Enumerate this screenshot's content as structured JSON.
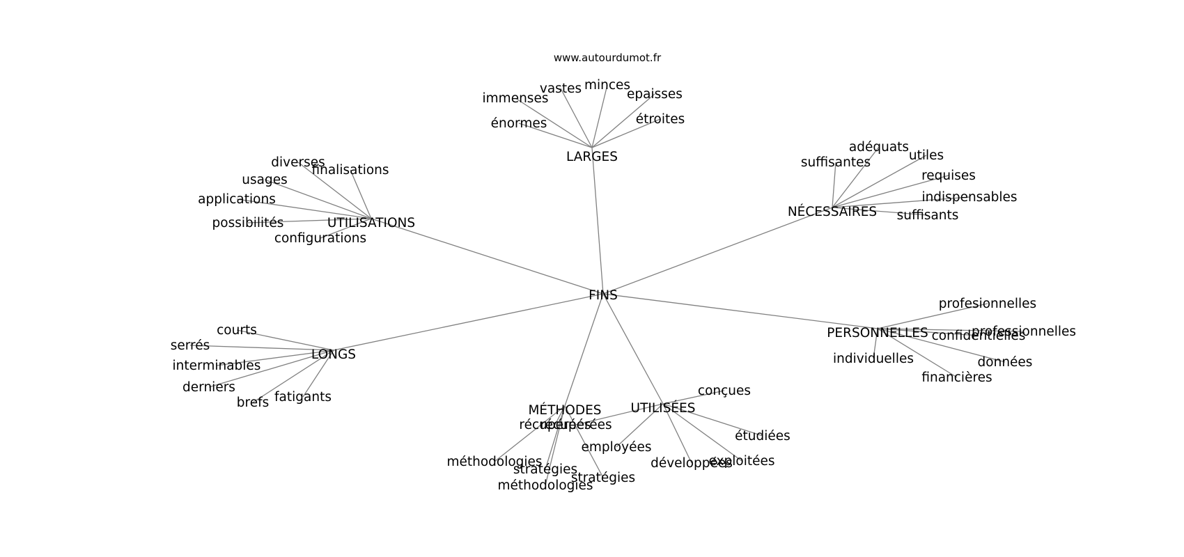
{
  "credit": "www.autourdumot.fr",
  "graph": {
    "center": "FINS",
    "clusters": [
      {
        "hub": "LARGES",
        "leaves": [
          "immenses",
          "vastes",
          "minces",
          "epaisses",
          "énormes",
          "étroites"
        ]
      },
      {
        "hub": "NÉCESSAIRES",
        "leaves": [
          "adéquats",
          "utiles",
          "suffisantes",
          "requises",
          "indispensables",
          "suffisants"
        ]
      },
      {
        "hub": "UTILISATIONS",
        "leaves": [
          "diverses",
          "finalisations",
          "usages",
          "applications",
          "possibilités",
          "configurations"
        ]
      },
      {
        "hub": "PERSONNELLES",
        "leaves": [
          "profesionnelles",
          "professionnelles",
          "confidentielles",
          "individuelles",
          "données",
          "financières"
        ]
      },
      {
        "hub": "LONGS",
        "leaves": [
          "courts",
          "serrés",
          "interminables",
          "derniers",
          "brefs",
          "fatigants"
        ]
      },
      {
        "hub": "MÉTHODES",
        "leaves": [
          "récupérées",
          "méthodologies",
          "stratégies",
          "méthodologies",
          "stratégies"
        ]
      },
      {
        "hub": "UTILISÉES",
        "leaves": [
          "conçues",
          "récupérées",
          "employées",
          "développées",
          "exploitées",
          "étudiées"
        ]
      }
    ]
  },
  "colors": {
    "edge": "#808080",
    "text": "#000000",
    "background": "#ffffff"
  }
}
